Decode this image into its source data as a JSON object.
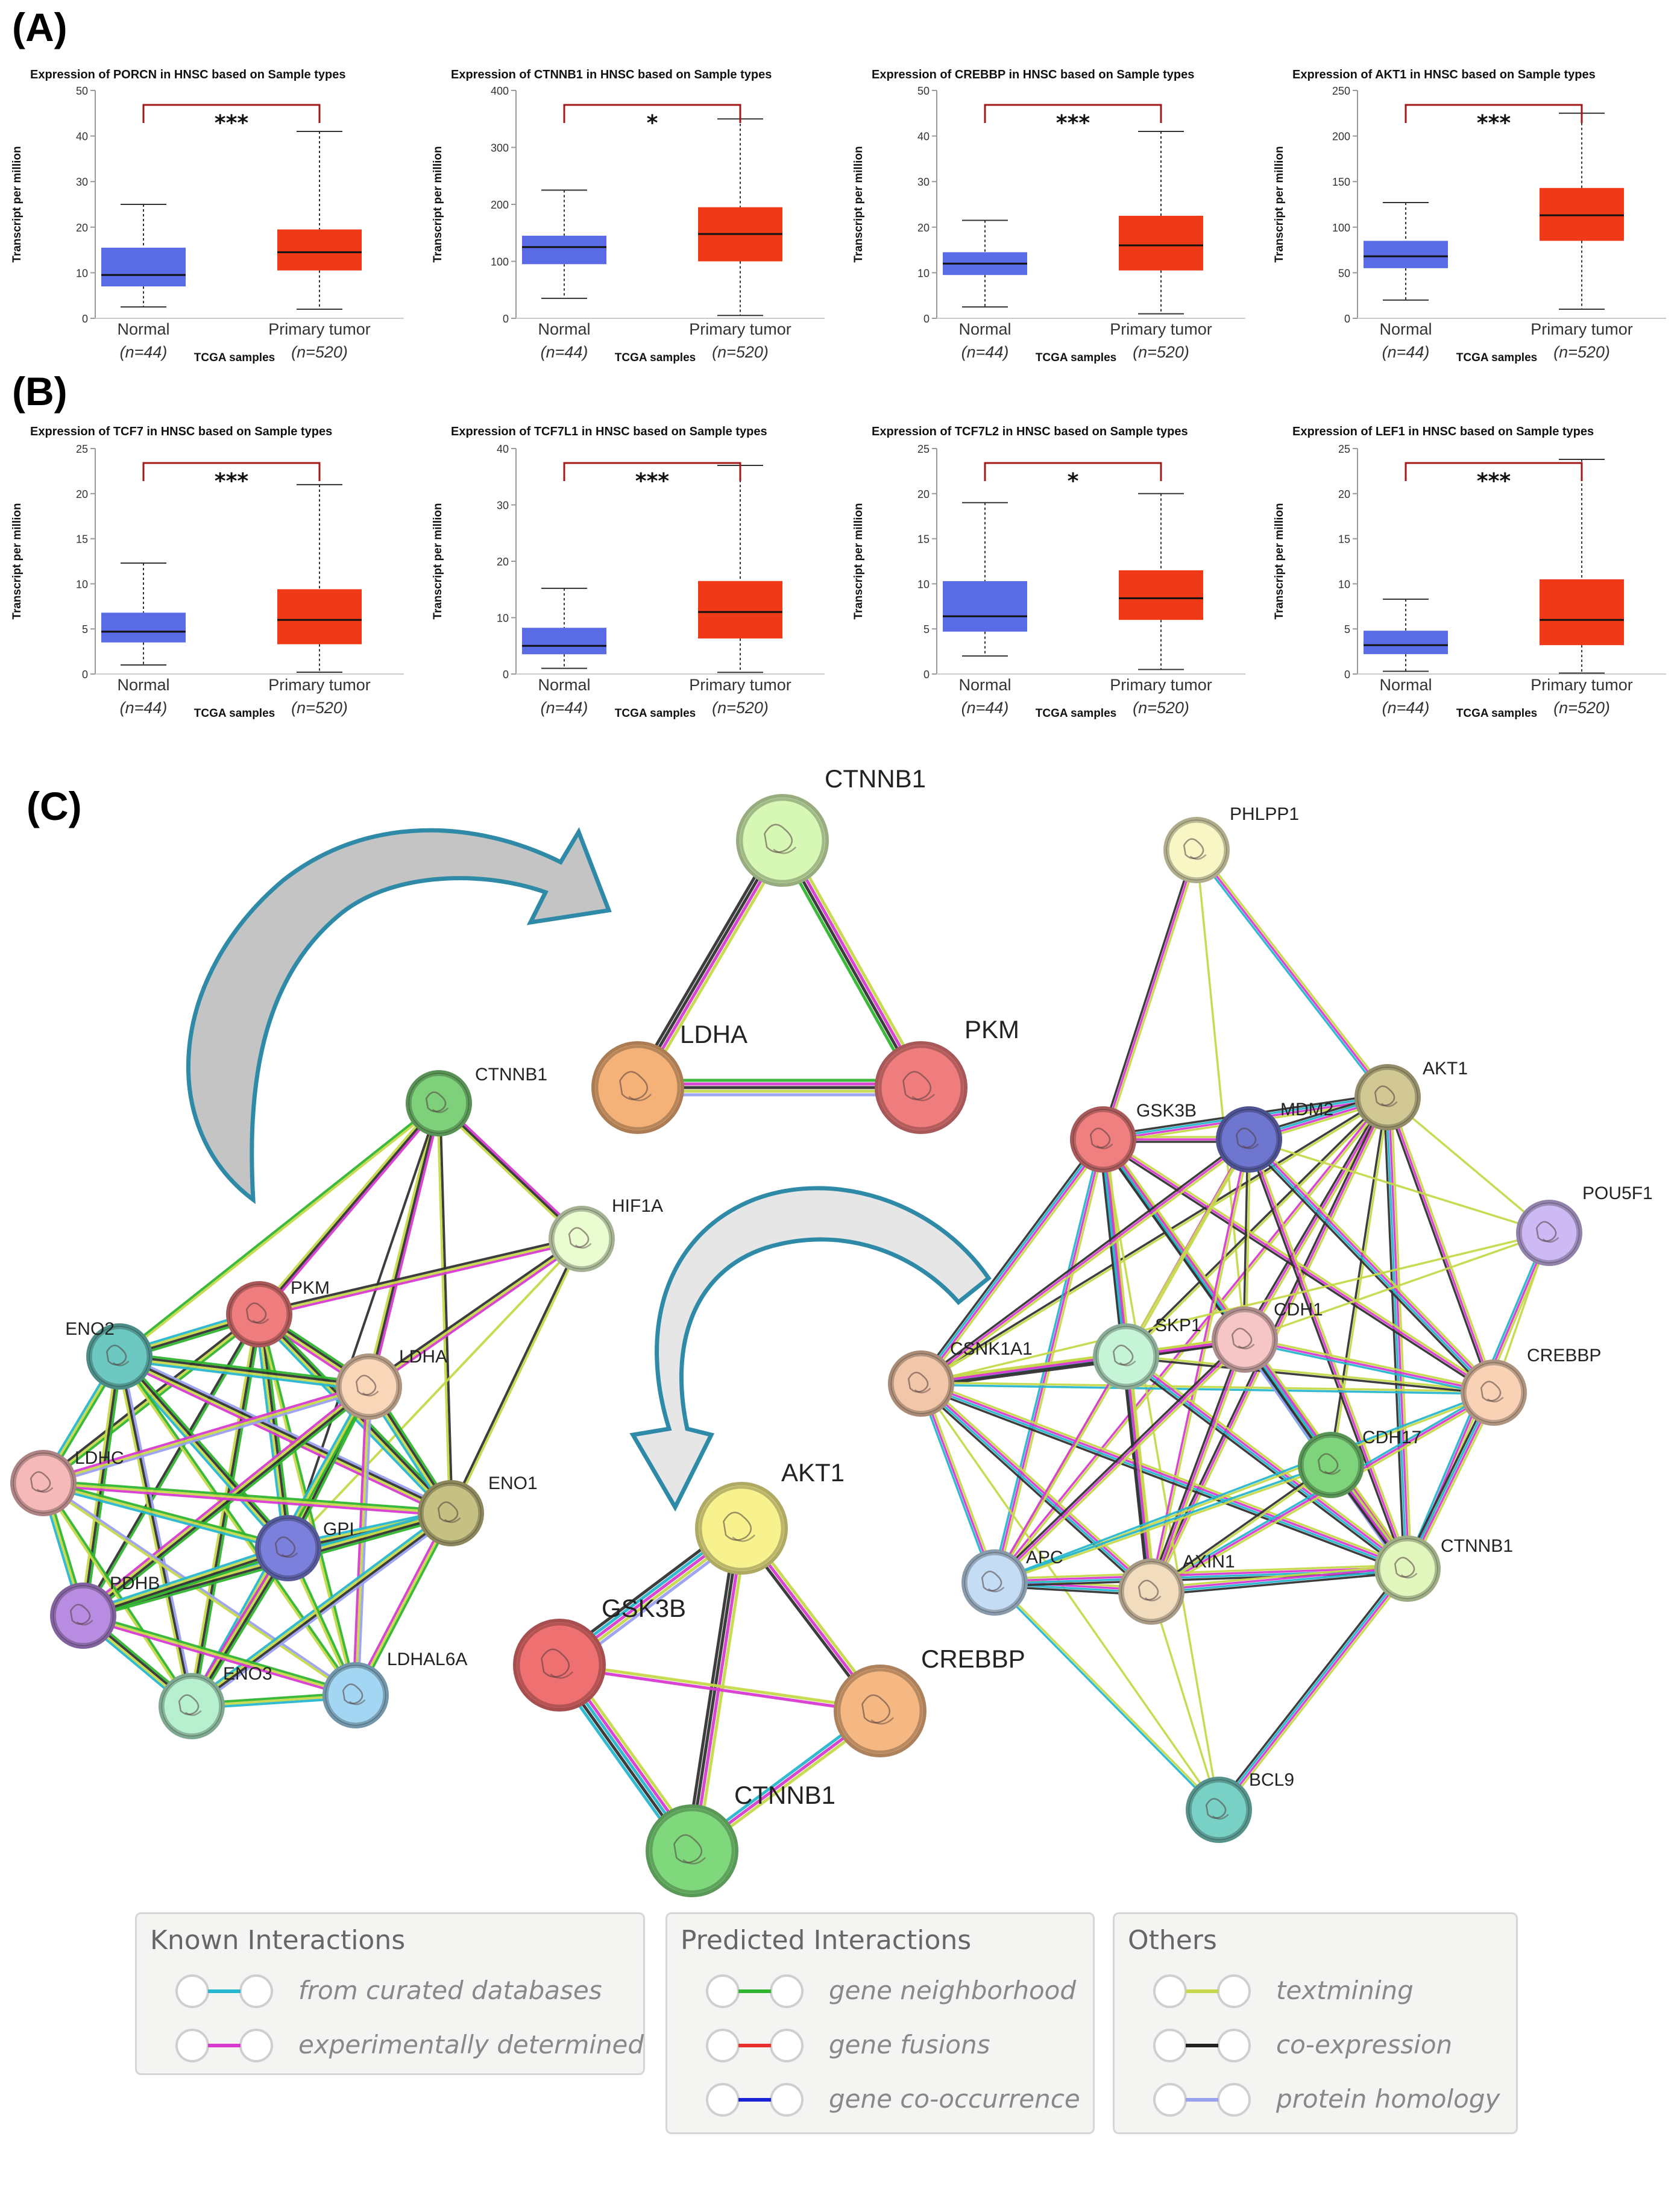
{
  "panel_labels": {
    "A": "(A)",
    "B": "(B)",
    "C": "(C)"
  },
  "box_common": {
    "ylabel": "Transcript per million",
    "xlabel": "TCGA samples",
    "categories": [
      "Normal",
      "Primary tumor"
    ],
    "category_n": [
      "(n=44)",
      "(n=520)"
    ],
    "colors": {
      "normal": "#5a6be6",
      "tumor": "#f03a17",
      "bracket": "#a01818"
    }
  },
  "chart_data": [
    {
      "type": "box",
      "title": "Expression of PORCN in HNSC based on Sample types",
      "ylim": [
        0,
        50
      ],
      "yticks": [
        0,
        10,
        20,
        30,
        40,
        50
      ],
      "significance": "***",
      "series": [
        {
          "name": "Normal",
          "min": 2.5,
          "q1": 7,
          "median": 9.5,
          "q3": 15.5,
          "max": 25
        },
        {
          "name": "Primary tumor",
          "min": 2,
          "q1": 10.5,
          "median": 14.5,
          "q3": 19.5,
          "max": 41
        }
      ]
    },
    {
      "type": "box",
      "title": "Expression of CTNNB1 in HNSC based on Sample types",
      "ylim": [
        0,
        400
      ],
      "yticks": [
        0,
        100,
        200,
        300,
        400
      ],
      "significance": "*",
      "series": [
        {
          "name": "Normal",
          "min": 35,
          "q1": 95,
          "median": 125,
          "q3": 145,
          "max": 225
        },
        {
          "name": "Primary tumor",
          "min": 5,
          "q1": 100,
          "median": 148,
          "q3": 195,
          "max": 350
        }
      ]
    },
    {
      "type": "box",
      "title": "Expression of CREBBP in HNSC based on Sample types",
      "ylim": [
        0,
        50
      ],
      "yticks": [
        0,
        10,
        20,
        30,
        40,
        50
      ],
      "significance": "***",
      "series": [
        {
          "name": "Normal",
          "min": 2.5,
          "q1": 9.5,
          "median": 12,
          "q3": 14.5,
          "max": 21.5
        },
        {
          "name": "Primary tumor",
          "min": 1,
          "q1": 10.5,
          "median": 16,
          "q3": 22.5,
          "max": 41
        }
      ]
    },
    {
      "type": "box",
      "title": "Expression of AKT1 in HNSC based on Sample types",
      "ylim": [
        0,
        250
      ],
      "yticks": [
        0,
        50,
        100,
        150,
        200,
        250
      ],
      "significance": "***",
      "series": [
        {
          "name": "Normal",
          "min": 20,
          "q1": 55,
          "median": 68,
          "q3": 85,
          "max": 127
        },
        {
          "name": "Primary tumor",
          "min": 10,
          "q1": 85,
          "median": 113,
          "q3": 143,
          "max": 225
        }
      ]
    },
    {
      "type": "box",
      "title": "Expression of TCF7 in HNSC based on Sample types",
      "ylim": [
        0,
        25
      ],
      "yticks": [
        0,
        5,
        10,
        15,
        20,
        25
      ],
      "significance": "***",
      "series": [
        {
          "name": "Normal",
          "min": 1,
          "q1": 3.5,
          "median": 4.7,
          "q3": 6.8,
          "max": 12.3
        },
        {
          "name": "Primary tumor",
          "min": 0.2,
          "q1": 3.3,
          "median": 6,
          "q3": 9.4,
          "max": 21
        }
      ]
    },
    {
      "type": "box",
      "title": "Expression of TCF7L1 in HNSC based on Sample types",
      "ylim": [
        0,
        40
      ],
      "yticks": [
        0,
        10,
        20,
        30,
        40
      ],
      "significance": "***",
      "series": [
        {
          "name": "Normal",
          "min": 1,
          "q1": 3.5,
          "median": 5,
          "q3": 8.2,
          "max": 15.2
        },
        {
          "name": "Primary tumor",
          "min": 0.3,
          "q1": 6.3,
          "median": 11,
          "q3": 16.5,
          "max": 37
        }
      ]
    },
    {
      "type": "box",
      "title": "Expression of TCF7L2 in HNSC based on Sample types",
      "ylim": [
        0,
        25
      ],
      "yticks": [
        0,
        5,
        10,
        15,
        20,
        25
      ],
      "significance": "*",
      "series": [
        {
          "name": "Normal",
          "min": 2,
          "q1": 4.7,
          "median": 6.4,
          "q3": 10.3,
          "max": 19
        },
        {
          "name": "Primary tumor",
          "min": 0.5,
          "q1": 6,
          "median": 8.4,
          "q3": 11.5,
          "max": 20
        }
      ]
    },
    {
      "type": "box",
      "title": "Expression of LEF1 in HNSC based on Sample types",
      "ylim": [
        0,
        25
      ],
      "yticks": [
        0,
        5,
        10,
        15,
        20,
        25
      ],
      "significance": "***",
      "series": [
        {
          "name": "Normal",
          "min": 0.3,
          "q1": 2.2,
          "median": 3.2,
          "q3": 4.8,
          "max": 8.3
        },
        {
          "name": "Primary tumor",
          "min": 0.1,
          "q1": 3.2,
          "median": 6,
          "q3": 10.5,
          "max": 23.8
        }
      ]
    }
  ],
  "networks": {
    "left": {
      "nodes": [
        "CTNNB1",
        "HIF1A",
        "PKM",
        "ENO2",
        "LDHA",
        "LDHC",
        "ENO1",
        "GPI",
        "PDHB",
        "ENO3",
        "LDHAL6A"
      ],
      "colors": {
        "CTNNB1": "#7ed07a",
        "HIF1A": "#eafdd0",
        "PKM": "#f07d7d",
        "ENO2": "#6cc8c0",
        "LDHA": "#f9d6b8",
        "LDHC": "#f6b9b9",
        "ENO1": "#c6c082",
        "GPI": "#7b80dc",
        "PDHB": "#b88ce0",
        "ENO3": "#b6f0cf",
        "LDHAL6A": "#a2d6f2"
      }
    },
    "triangle": {
      "nodes": [
        "CTNNB1",
        "LDHA",
        "PKM"
      ],
      "colors": {
        "CTNNB1": "#d7f7b5",
        "LDHA": "#f5b278",
        "PKM": "#f07d7d"
      }
    },
    "right": {
      "nodes": [
        "PHLPP1",
        "AKT1",
        "GSK3B",
        "MDM2",
        "POU5F1",
        "CSNK1A1",
        "SKP1",
        "CDH1",
        "CREBBP",
        "CDH17",
        "APC",
        "AXIN1",
        "CTNNB1",
        "BCL9"
      ],
      "colors": {
        "PHLPP1": "#f8f6c5",
        "AKT1": "#d2c894",
        "GSK3B": "#f08080",
        "MDM2": "#6e76cf",
        "POU5F1": "#cdb9f3",
        "CSNK1A1": "#f2c6a8",
        "SKP1": "#c5f4d6",
        "CDH1": "#f6c6c6",
        "CREBBP": "#f9d2b5",
        "CDH17": "#7ed47a",
        "APC": "#c4dcf4",
        "AXIN1": "#f1dcbe",
        "CTNNB1": "#e1f6bc",
        "BCL9": "#79d1c5"
      }
    },
    "quad": {
      "nodes": [
        "AKT1",
        "GSK3B",
        "CREBBP",
        "CTNNB1"
      ],
      "colors": {
        "AKT1": "#f8f28e",
        "GSK3B": "#ee7070",
        "CREBBP": "#f6b882",
        "CTNNB1": "#7fd97c"
      }
    }
  },
  "edge_colors": {
    "curated": "#27b6cf",
    "experimental": "#d83ad0",
    "neighborhood": "#2fb52f",
    "fusion": "#e8302f",
    "cooccurrence": "#1a24d6",
    "textmining": "#c6d84a",
    "coexpression": "#333333",
    "homology": "#9aa0f0"
  },
  "legend": {
    "known": {
      "title": "Known Interactions",
      "items": [
        {
          "label": "from curated databases",
          "color": "#27b6cf"
        },
        {
          "label": "experimentally determined",
          "color": "#d83ad0"
        }
      ]
    },
    "predicted": {
      "title": "Predicted Interactions",
      "items": [
        {
          "label": "gene neighborhood",
          "color": "#2fb52f"
        },
        {
          "label": "gene fusions",
          "color": "#e8302f"
        },
        {
          "label": "gene co-occurrence",
          "color": "#1a24d6"
        }
      ]
    },
    "others": {
      "title": "Others",
      "items": [
        {
          "label": "textmining",
          "color": "#c6d84a"
        },
        {
          "label": "co-expression",
          "color": "#222222"
        },
        {
          "label": "protein homology",
          "color": "#9aa0f0"
        }
      ]
    }
  }
}
